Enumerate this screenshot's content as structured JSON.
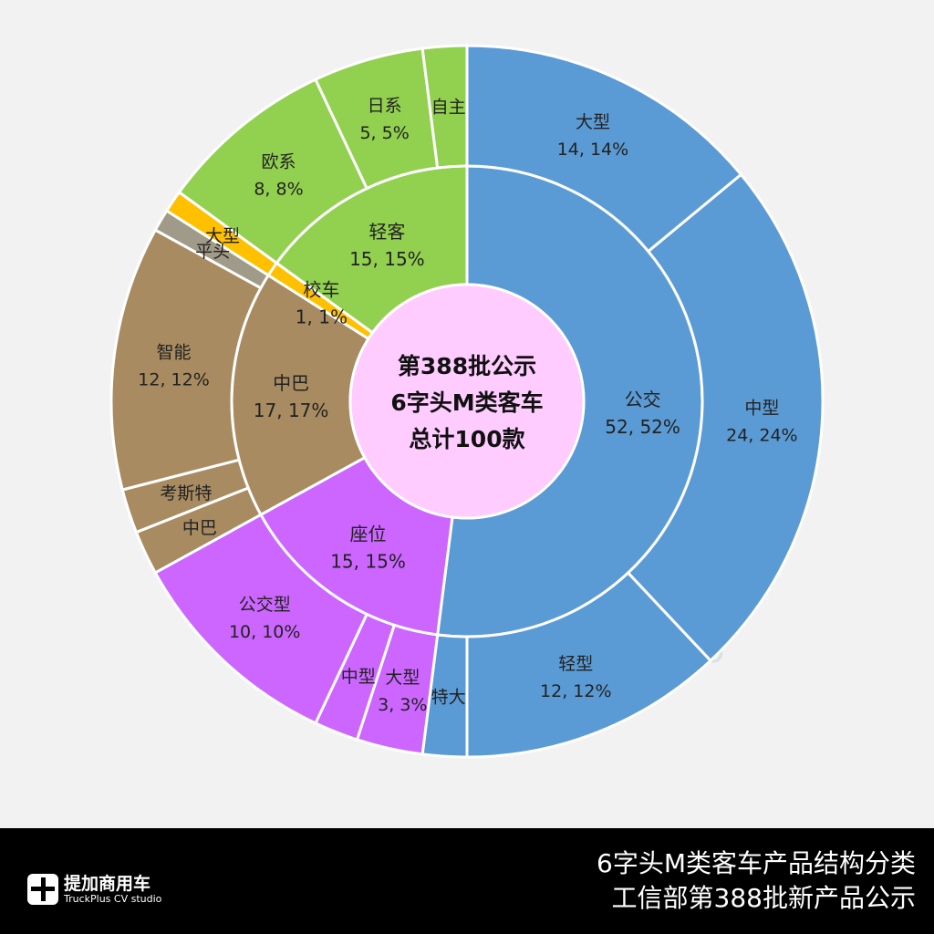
{
  "chart_data": {
    "type": "sunburst",
    "title": "6字头M类客车产品结构分类",
    "subtitle": "工信部第388批新产品公示",
    "center_label": [
      "第388批公示",
      "6字头M类客车",
      "总计100款"
    ],
    "total": 100,
    "categories": [
      {
        "name": "公交",
        "value": 52,
        "label": "52, 52%",
        "color": "#5B9BD5",
        "children": [
          {
            "name": "大型",
            "value": 14,
            "label": "14, 14%"
          },
          {
            "name": "中型",
            "value": 24,
            "label": "24, 24%"
          },
          {
            "name": "轻型",
            "value": 12,
            "label": "12, 12%"
          },
          {
            "name": "特大",
            "value": 2,
            "label": ""
          }
        ]
      },
      {
        "name": "座位",
        "value": 15,
        "label": "15, 15%",
        "color": "#CC66FF",
        "children": [
          {
            "name": "大型",
            "value": 3,
            "label": "3, 3%"
          },
          {
            "name": "中型",
            "value": 2,
            "label": ""
          },
          {
            "name": "公交型",
            "value": 10,
            "label": "10, 10%"
          }
        ]
      },
      {
        "name": "中巴",
        "value": 17,
        "label": "17, 17%",
        "color": "#A88B60",
        "children": [
          {
            "name": "中巴",
            "value": 2,
            "label": ""
          },
          {
            "name": "考斯特",
            "value": 2,
            "label": ""
          },
          {
            "name": "智能",
            "value": 12,
            "label": "12, 12%"
          },
          {
            "name": "平头",
            "value": 1,
            "label": "",
            "color": "#A09A88"
          }
        ]
      },
      {
        "name": "校车",
        "value": 1,
        "label": "1, 1%",
        "color": "#FFC000",
        "children": [
          {
            "name": "大型",
            "value": 1,
            "label": ""
          }
        ]
      },
      {
        "name": "轻客",
        "value": 15,
        "label": "15, 15%",
        "color": "#92D050",
        "children": [
          {
            "name": "欧系",
            "value": 8,
            "label": "8, 8%"
          },
          {
            "name": "日系",
            "value": 5,
            "label": "5, 5%"
          },
          {
            "name": "自主",
            "value": 2,
            "label": ""
          }
        ]
      }
    ],
    "center_color": "#FFCCFF"
  },
  "watermark": {
    "cn": "提加商用车",
    "en": "TruckPlus CV studio"
  },
  "footer": {
    "logo_cn": "提加商用车",
    "logo_en": "TruckPlus CV studio",
    "title_line1": "6字头M类客车产品结构分类",
    "title_line2": "工信部第388批新产品公示"
  }
}
